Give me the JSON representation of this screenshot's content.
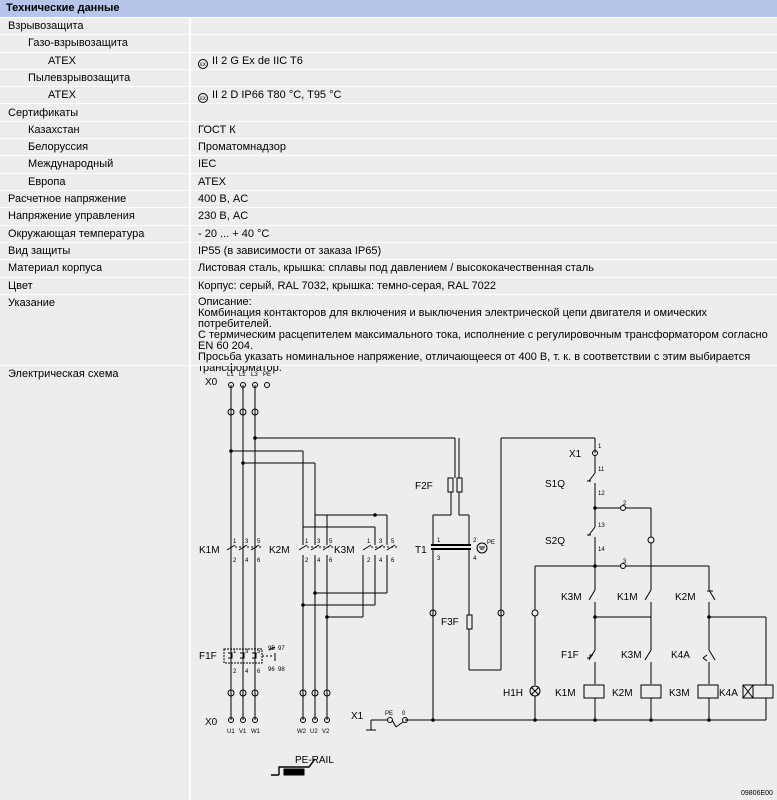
{
  "header": {
    "title": "Технические данные"
  },
  "rows": [
    {
      "label": "Взрывозащита",
      "value": "",
      "indent": 0
    },
    {
      "label": "Газо-взрывозащита",
      "value": "",
      "indent": 1
    },
    {
      "label": "ATEX",
      "value": "II 2 G Ex de IIC T6",
      "indent": 2,
      "ex_mark": true
    },
    {
      "label": "Пылевзрывозащита",
      "value": "",
      "indent": 1
    },
    {
      "label": "ATEX",
      "value": "II 2 D IP66 T80 °C, T95 °C",
      "indent": 2,
      "ex_mark": true
    },
    {
      "label": "Сертификаты",
      "value": "",
      "indent": 0
    },
    {
      "label": "Казахстан",
      "value": "ГОСТ К",
      "indent": 1
    },
    {
      "label": "Белоруссия",
      "value": "Проматомнадзор",
      "indent": 1
    },
    {
      "label": "Международный",
      "value": "IEC",
      "indent": 1
    },
    {
      "label": "Европа",
      "value": "ATEX",
      "indent": 1
    },
    {
      "label": "Расчетное напряжение",
      "value": "400 В, AC",
      "indent": 0
    },
    {
      "label": "Напряжение управления",
      "value": "230 В, AC",
      "indent": 0
    },
    {
      "label": "Окружающая температура",
      "value": "- 20 ... + 40 °C",
      "indent": 0
    },
    {
      "label": "Вид защиты",
      "value": "IP55 (в зависимости от заказа IP65)",
      "indent": 0
    },
    {
      "label": "Материал корпуса",
      "value": "Листовая сталь, крышка: сплавы под давлением / высококачественная сталь",
      "indent": 0
    },
    {
      "label": "Цвет",
      "value": "Корпус: серый, RAL 7032, крышка: темно-серая, RAL 7022",
      "indent": 0
    }
  ],
  "note": {
    "label": "Указание",
    "lines": [
      "Описание:",
      "Комбинация контакторов для включения и выключения электрической цепи двигателя и омических потребителей.",
      "С термическим расцепителем максимального тока, исполнение с регулировочным трансформатором согласно",
      "EN 60 204.",
      "Просьба указать номинальное напряжение, отличающееся от 400 В, т. к. в соответствии с этим выбирается",
      "трансформатор."
    ]
  },
  "schema": {
    "label": "Электрическая схема",
    "code": "09806E00",
    "pe_rail": "PE-RAIL",
    "labels": {
      "x0": "X0",
      "x1": "X1",
      "k1m": "K1M",
      "k2m": "K2M",
      "k3m": "K3M",
      "f1f": "F1F",
      "f2f": "F2F",
      "f3f": "F3F",
      "t1": "T1",
      "pe": "PE",
      "s1q": "S1Q",
      "s2q": "S2Q",
      "h1h": "H1H",
      "k4a": "K4A",
      "l1": "L1",
      "l2": "L2",
      "l3": "L3",
      "u1": "U1",
      "v1": "V1",
      "w1": "W1",
      "w2": "W2",
      "u2": "U2",
      "v2": "V2",
      "zero": "0",
      "n1": "1",
      "n2": "2",
      "n3": "3",
      "n4": "4",
      "n5": "5",
      "n6": "6",
      "n11": "11",
      "n12": "12",
      "n13": "13",
      "n14": "14",
      "n95": "95",
      "n96": "96",
      "n97": "97",
      "n98": "98"
    }
  }
}
